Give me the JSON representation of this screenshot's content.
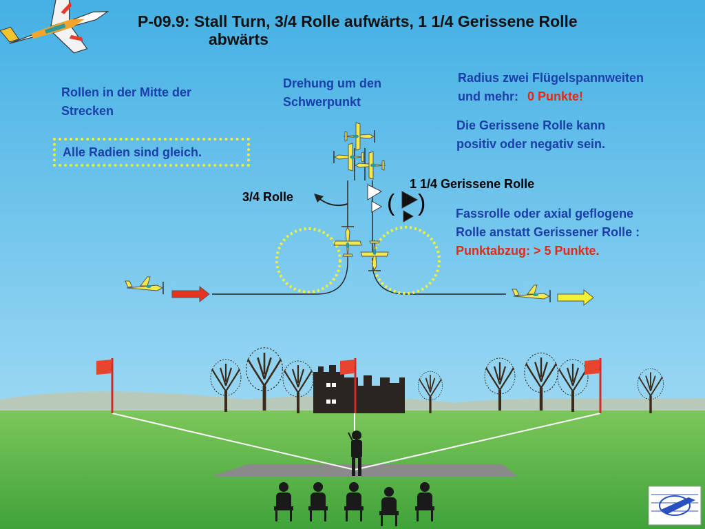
{
  "title": {
    "line1": "P-09.9: Stall Turn, 3/4 Rolle aufwärts, 1 1/4 Gerissene Rolle",
    "line2": "abwärts"
  },
  "notes": {
    "rollen_mitte_line1": "Rollen in der Mitte der",
    "rollen_mitte_line2": "Strecken",
    "alle_radien": "Alle Radien sind gleich.",
    "drehung_line1": "Drehung um den",
    "drehung_line2": "Schwerpunkt",
    "radius_line1": "Radius zwei Flügelspannweiten",
    "radius_line2_prefix": "und mehr:",
    "radius_line2_penalty": "0 Punkte!",
    "gerissene_line1": "Die Gerissene Rolle kann",
    "gerissene_line2": "positiv oder negativ sein.",
    "fass_line1": "Fassrolle oder axial geflogene",
    "fass_line2": "Rolle anstatt Gerissener Rolle :",
    "fass_line3": "Punktabzug: > 5 Punkte."
  },
  "labels": {
    "three_quarter_roll": "3/4 Rolle",
    "snap_roll": "1 1/4 Gerissene Rolle",
    "snap_paren_open": "(",
    "snap_paren_close": ")"
  },
  "colors": {
    "sky_top": "#4bb6e6",
    "sky_bottom": "#8fd3f2",
    "grass": "#5db84a",
    "note_blue": "#1a3fa8",
    "penalty_red": "#e02a1a",
    "loop_dotted": "#f2f23a",
    "entry_arrow": "#e8321e",
    "exit_arrow": "#f2f233",
    "plane_yellow": "#f5e84a"
  }
}
